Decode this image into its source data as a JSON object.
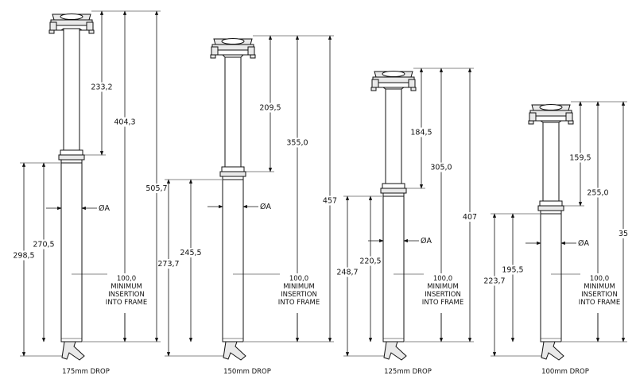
{
  "posts": [
    {
      "caption": "175mm DROP",
      "dim_drop": "233,2",
      "dim_upper": "404,3",
      "dim_total": "505,7",
      "dim_seat": "298,5",
      "dim_body": "270,5",
      "diameter": "ØA",
      "min_insertion": [
        "100,0",
        "MINIMUM",
        "INSERTION",
        "INTO FRAME"
      ]
    },
    {
      "caption": "150mm DROP",
      "dim_drop": "209,5",
      "dim_upper": "355,0",
      "dim_total": "457",
      "dim_seat": "273,7",
      "dim_body": "245,5",
      "diameter": "ØA",
      "min_insertion": [
        "100,0",
        "MINIMUM",
        "INSERTION",
        "INTO FRAME"
      ]
    },
    {
      "caption": "125mm DROP",
      "dim_drop": "184,5",
      "dim_upper": "305,0",
      "dim_total": "407",
      "dim_seat": "248,7",
      "dim_body": "220,5",
      "diameter": "ØA",
      "min_insertion": [
        "100,0",
        "MINIMUM",
        "INSERTION",
        "INTO FRAME"
      ]
    },
    {
      "caption": "100mm DROP",
      "dim_drop": "159,5",
      "dim_upper": "255,0",
      "dim_total": "35",
      "dim_seat": "223,7",
      "dim_body": "195,5",
      "diameter": "ØA",
      "min_insertion": [
        "100,0",
        "MINIMUM",
        "INSERTION",
        "INTO FRAME"
      ]
    }
  ]
}
